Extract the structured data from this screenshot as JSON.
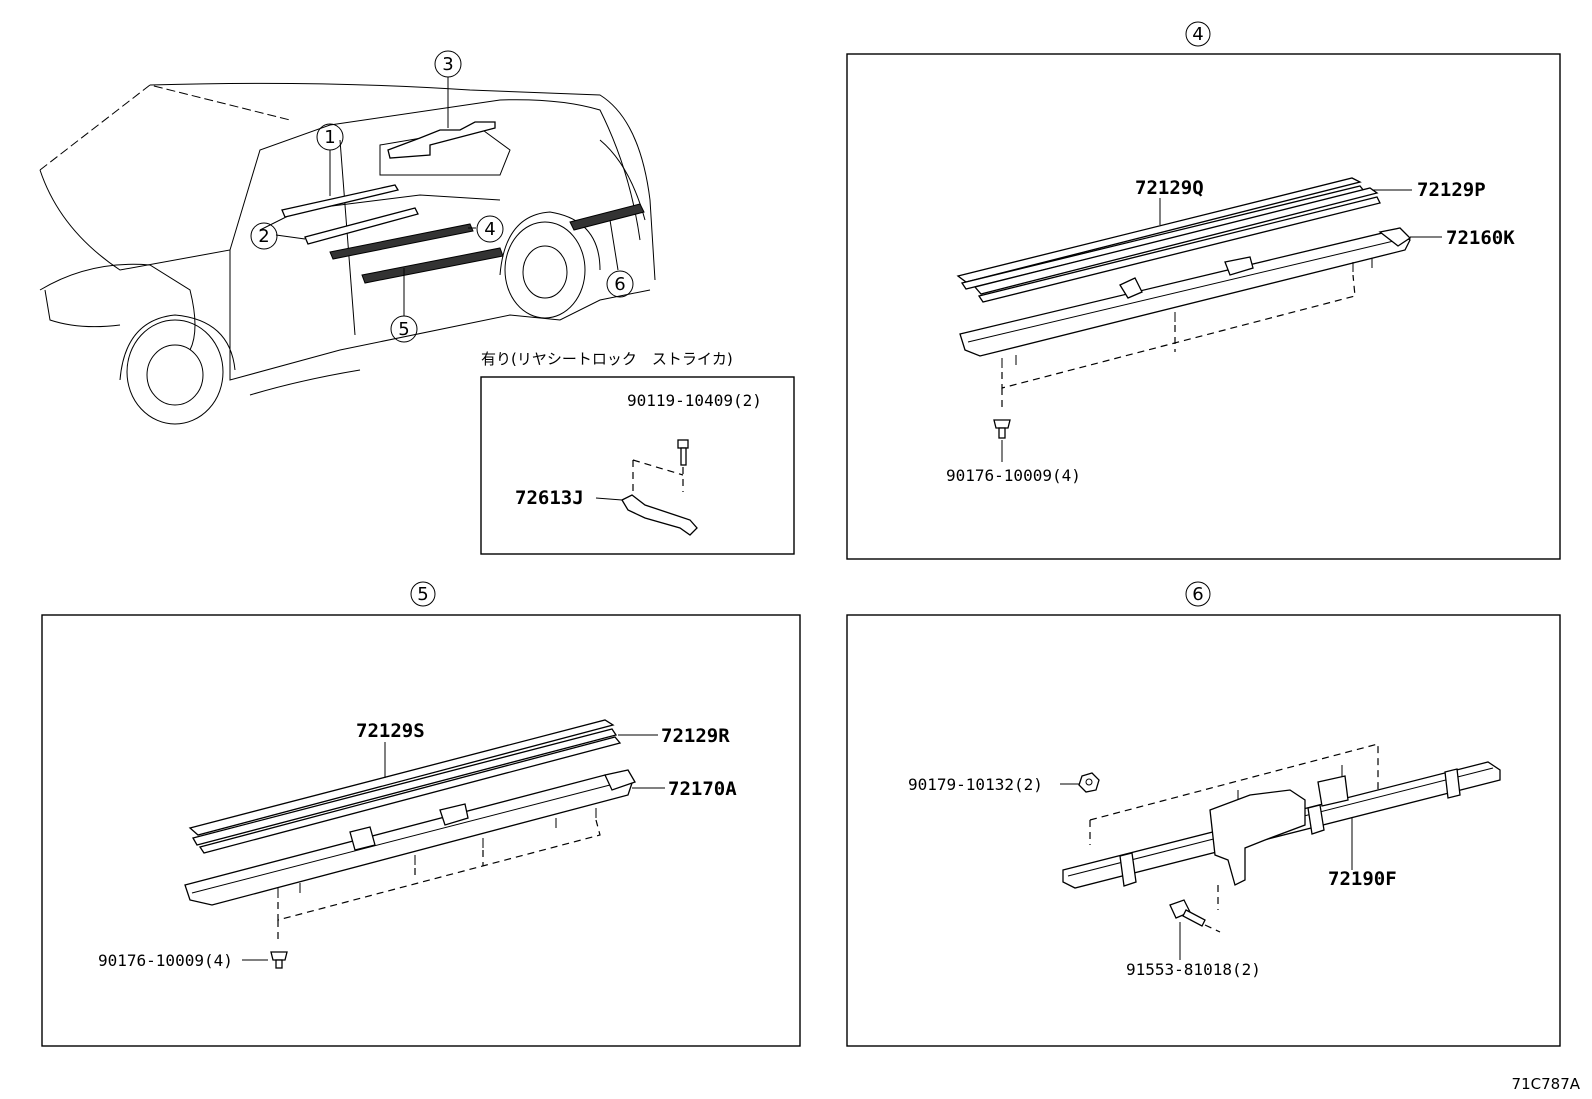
{
  "overview": {
    "callouts": [
      "1",
      "2",
      "3",
      "4",
      "5",
      "6"
    ]
  },
  "inset_striker": {
    "heading": "有り(リヤシートロック　ストライカ)",
    "parts": [
      "90119-10409(2)",
      "72613J"
    ]
  },
  "panel4": {
    "id": "4",
    "parts": [
      "72129Q",
      "72129P",
      "72160K",
      "90176-10009(4)"
    ]
  },
  "panel5": {
    "id": "5",
    "parts": [
      "72129S",
      "72129R",
      "72170A",
      "90176-10009(4)"
    ]
  },
  "panel6": {
    "id": "6",
    "parts": [
      "90179-10132(2)",
      "72190F",
      "91553-81018(2)"
    ]
  },
  "figure_code": "71C787A"
}
